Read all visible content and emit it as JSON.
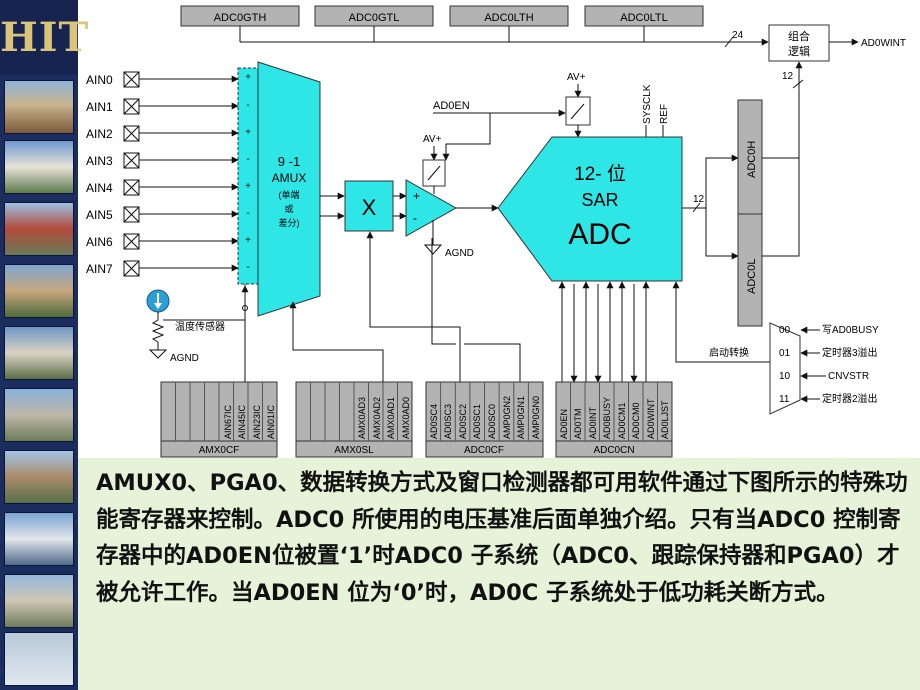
{
  "logo_text": "HIT",
  "registers_top": [
    "ADC0GTH",
    "ADC0GTL",
    "ADC0LTH",
    "ADC0LTL"
  ],
  "logic_block": [
    "组合",
    "逻辑"
  ],
  "ad0wint_out": "AD0WINT",
  "bus_24": "24",
  "bus_12a": "12",
  "bus_12b": "12",
  "ain_labels": [
    "AIN0",
    "AIN1",
    "AIN2",
    "AIN3",
    "AIN4",
    "AIN5",
    "AIN6",
    "AIN7"
  ],
  "amux": {
    "line1": "9 -1",
    "line2": "AMUX",
    "line3": "(单端",
    "line4": "或",
    "line5": "差分)"
  },
  "mult_label": "X",
  "avplus_pga": "AV+",
  "avplus_sw": "AV+",
  "ad0en_label": "AD0EN",
  "sysclk_label": "SYSCLK",
  "ref_label": "REF",
  "agnd_pga": "AGND",
  "agnd_temp": "AGND",
  "temp_label": "温度传感器",
  "adc": {
    "line1": "12- 位",
    "line2": "SAR",
    "line3": "ADC"
  },
  "adc0h": "ADC0H",
  "adc0l": "ADC0L",
  "start_label": "启动转换",
  "start_options": [
    {
      "code": "00",
      "label": "写AD0BUSY"
    },
    {
      "code": "01",
      "label": "定时器3溢出"
    },
    {
      "code": "10",
      "label": "CNVSTR"
    },
    {
      "code": "11",
      "label": "定时器2溢出"
    }
  ],
  "amx0cf": {
    "name": "AMX0CF",
    "bits": [
      "",
      "",
      "",
      "",
      "AIN67IC",
      "AIN45IC",
      "AIN23IC",
      "AIN01IC"
    ]
  },
  "amx0sl": {
    "name": "AMX0SL",
    "bits": [
      "",
      "",
      "",
      "",
      "AMX0AD3",
      "AMX0AD2",
      "AMX0AD1",
      "AMX0AD0"
    ]
  },
  "adc0cf": {
    "name": "ADC0CF",
    "bits": [
      "AD0SC4",
      "AD0SC3",
      "AD0SC2",
      "AD0SC1",
      "AD0SC0",
      "AMP0GN2",
      "AMP0GN1",
      "AMP0GN0"
    ]
  },
  "adc0cn": {
    "name": "ADC0CN",
    "bits": [
      "AD0EN",
      "AD0TM",
      "AD0INT",
      "AD0BUSY",
      "AD0CM1",
      "AD0CM0",
      "AD0WINT",
      "AD0LJST"
    ]
  },
  "paragraph": "AMUX0、PGA0、数据转换方式及窗口检测器都可用软件通过下图所示的特殊功能寄存器来控制。ADC0 所使用的电压基准后面单独介绍。只有当ADC0 控制寄存器中的AD0EN位被置‘1’时ADC0 子系统（ADC0、跟踪保持器和PGA0）才被允许工作。当AD0EN 位为‘0’时，AD0C 子系统处于低功耗关断方式。",
  "colors": {
    "sidebar": "#1b2c5e",
    "cyan": "#2ee6e6",
    "register": "#b3b3b3",
    "textbox": "#e7f3d8",
    "temp_sensor": "#2a9fd6"
  }
}
